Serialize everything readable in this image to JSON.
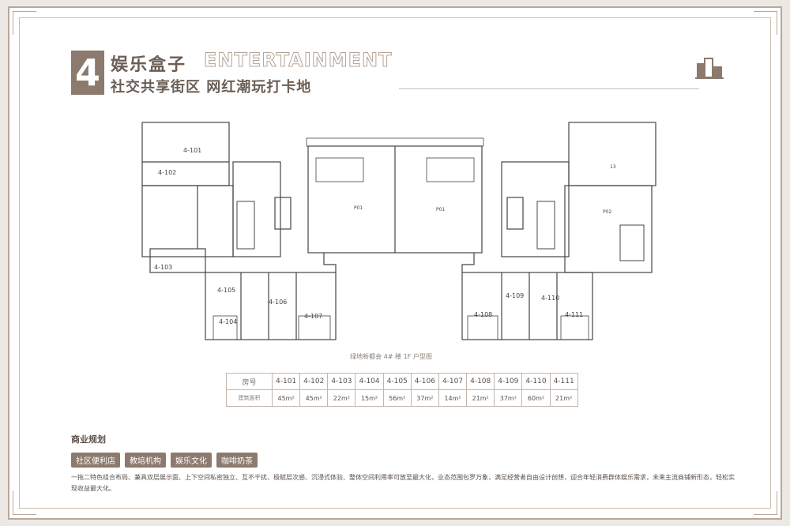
{
  "header": {
    "number": "4",
    "title_cn": "娱乐盒子",
    "title_en": "ENTERTAINMENT",
    "subtitle": "社交共享街区  网红潮玩打卡地"
  },
  "plan": {
    "caption": "绿地新都会 4# 楼 1F 户型图",
    "units": [
      {
        "id": "4-101"
      },
      {
        "id": "4-102"
      },
      {
        "id": "4-103"
      },
      {
        "id": "4-104"
      },
      {
        "id": "4-105"
      },
      {
        "id": "4-106"
      },
      {
        "id": "4-107"
      },
      {
        "id": "4-108"
      },
      {
        "id": "4-109"
      },
      {
        "id": "4-110"
      },
      {
        "id": "4-111"
      }
    ],
    "misc_labels": {
      "p01a": "P01",
      "p01b": "P01",
      "p02": "P02",
      "n13": "13"
    }
  },
  "table": {
    "row1_head": "房号",
    "row2_head": "建筑面积",
    "rooms": [
      "4-101",
      "4-102",
      "4-103",
      "4-104",
      "4-105",
      "4-106",
      "4-107",
      "4-108",
      "4-109",
      "4-110",
      "4-111"
    ],
    "areas": [
      "45m²",
      "45m²",
      "22m²",
      "15m²",
      "56m²",
      "37m²",
      "14m²",
      "21m²",
      "37m²",
      "60m²",
      "21m²"
    ]
  },
  "business": {
    "title": "商业规划",
    "tags": [
      "社区便利店",
      "教培机构",
      "娱乐文化",
      "咖啡奶茶"
    ],
    "desc": "一拖二特色组合布局、兼具双层展示面、上下空间私密独立、互不干扰、极赋层次感、沉浸式体验、整体空间利用率可放至最大化，业态范围包罗万象，满足经营者自由设计创想，迎合年轻消费群体娱乐需求，未来主流商铺新形态，轻松实现收益最大化。"
  },
  "colors": {
    "accent": "#8c7a6e",
    "frame": "#b9a79a",
    "line": "#4a4440"
  }
}
